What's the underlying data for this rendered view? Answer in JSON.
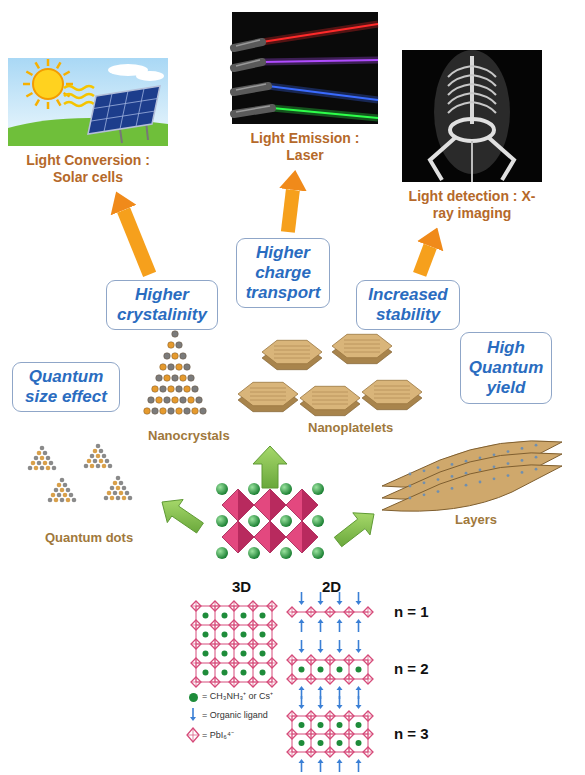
{
  "diagram": {
    "nodes": [
      {
        "text": [
          "Light Conversion : Solar cells"
        ]
      },
      {
        "text": [
          "Light Emission : Laser"
        ]
      },
      {
        "text": [
          "Light detection : X-ray imaging"
        ]
      },
      {
        "text": [
          "Higher charge transport"
        ]
      },
      {
        "text": [
          "Higher crystalinity"
        ]
      },
      {
        "text": [
          "Increased stability"
        ]
      },
      {
        "text": [
          "High Quantum yield"
        ]
      },
      {
        "text": [
          "Quantum size effect"
        ]
      }
    ],
    "edges": [
      {
        "from": 4,
        "to": 0,
        "arrow": "to"
      },
      {
        "from": 3,
        "to": 1,
        "arrow": "to"
      },
      {
        "from": 5,
        "to": 2,
        "arrow": "to"
      }
    ],
    "labels": [
      "Nanocrystals",
      "Nanoplatelets",
      "Layers",
      "Quantum dots",
      "3D",
      "2D",
      "n = 1",
      "n = 2",
      "n = 3"
    ],
    "legend": [
      {
        "text": "= CH₃NH₃⁺ or Cs⁺",
        "color": "#1e8c3a"
      },
      {
        "text": "= Organic ligand"
      },
      {
        "text": "= PbI₆⁴⁻"
      }
    ]
  }
}
